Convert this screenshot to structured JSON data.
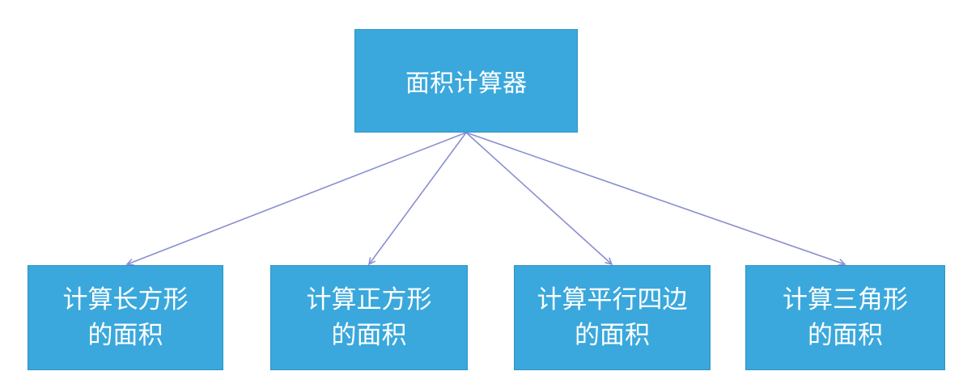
{
  "diagram": {
    "root": {
      "label": "面积计算器"
    },
    "children": [
      {
        "line1": "计算长方形",
        "line2": "的面积"
      },
      {
        "line1": "计算正方形",
        "line2": "的面积"
      },
      {
        "line1": "计算平行四边",
        "line2": "的面积"
      },
      {
        "line1": "计算三角形",
        "line2": "的面积"
      }
    ],
    "colors": {
      "node_fill": "#3aa8dc",
      "node_border": "#2f93c4",
      "text": "#ffffff",
      "connector": "#8a8fd0"
    }
  }
}
